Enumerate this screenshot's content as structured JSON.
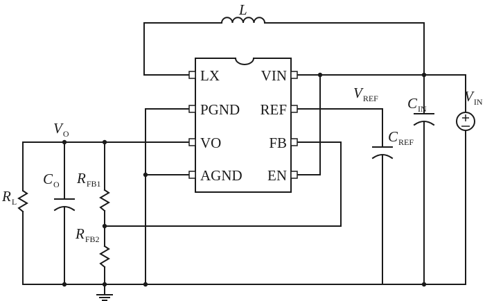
{
  "ic": {
    "pins_left": [
      "LX",
      "PGND",
      "VO",
      "AGND"
    ],
    "pins_right": [
      "VIN",
      "REF",
      "FB",
      "EN"
    ]
  },
  "components": {
    "inductor": {
      "symbol": "L"
    },
    "vo_node": {
      "symbol": "V",
      "sub": "O"
    },
    "vref_node": {
      "symbol": "V",
      "sub": "REF"
    },
    "vin_source": {
      "symbol": "V",
      "sub": "IN"
    },
    "c_in": {
      "symbol": "C",
      "sub": "IN"
    },
    "c_ref": {
      "symbol": "C",
      "sub": "REF"
    },
    "c_o": {
      "symbol": "C",
      "sub": "O"
    },
    "r_l": {
      "symbol": "R",
      "sub": "L"
    },
    "r_fb1": {
      "symbol": "R",
      "sub": "FB1"
    },
    "r_fb2": {
      "symbol": "R",
      "sub": "FB2"
    }
  }
}
